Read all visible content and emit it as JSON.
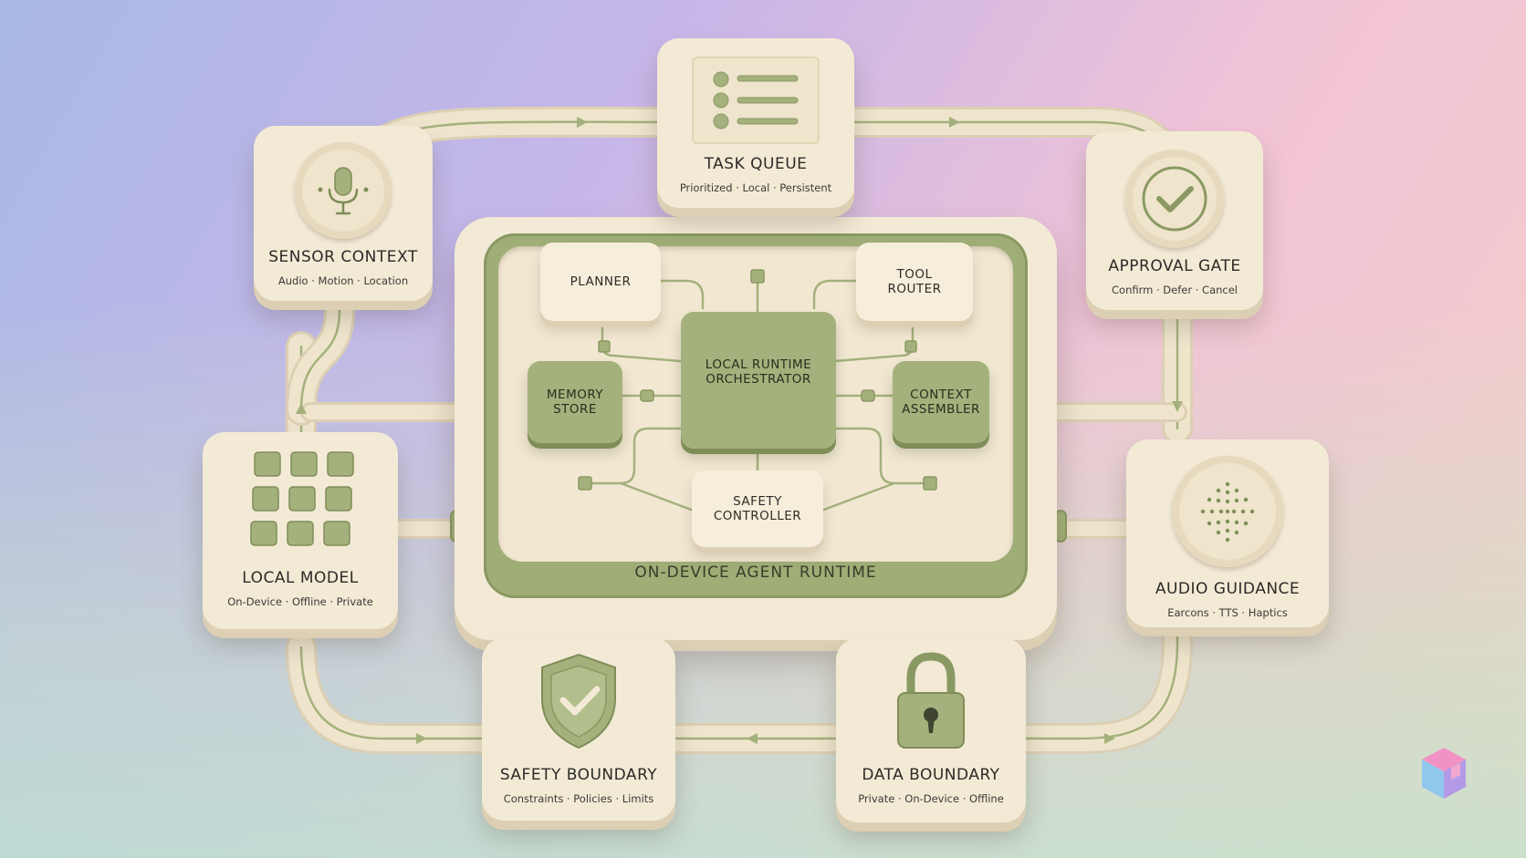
{
  "diagram": {
    "runtime": {
      "label": "ON-DEVICE AGENT RUNTIME",
      "orchestrator": "LOCAL RUNTIME\nORCHESTRATOR",
      "planner": "PLANNER",
      "tool_router": "TOOL\nROUTER",
      "memory_store": "MEMORY\nSTORE",
      "context_assembler": "CONTEXT\nASSEMBLER",
      "safety_controller": "SAFETY\nCONTROLLER"
    },
    "nodes": {
      "task_queue": {
        "title": "TASK QUEUE",
        "subtitle": "Prioritized · Local · Persistent",
        "icon": "list-icon"
      },
      "sensor_context": {
        "title": "SENSOR CONTEXT",
        "subtitle": "Audio · Motion · Location",
        "icon": "microphone-icon"
      },
      "approval_gate": {
        "title": "APPROVAL GATE",
        "subtitle": "Confirm · Defer · Cancel",
        "icon": "checkmark-icon"
      },
      "local_model": {
        "title": "LOCAL MODEL",
        "subtitle": "On-Device · Offline · Private",
        "icon": "grid-icon"
      },
      "audio_guidance": {
        "title": "AUDIO GUIDANCE",
        "subtitle": "Earcons · TTS · Haptics",
        "icon": "speaker-icon"
      },
      "safety_boundary": {
        "title": "SAFETY BOUNDARY",
        "subtitle": "Constraints · Policies · Limits",
        "icon": "shield-check-icon"
      },
      "data_boundary": {
        "title": "DATA BOUNDARY",
        "subtitle": "Private · On-Device · Offline",
        "icon": "padlock-icon"
      }
    },
    "colors": {
      "card": "#f3ead6",
      "accent_green": "#a4b17c",
      "track": "#ede2c8"
    }
  }
}
